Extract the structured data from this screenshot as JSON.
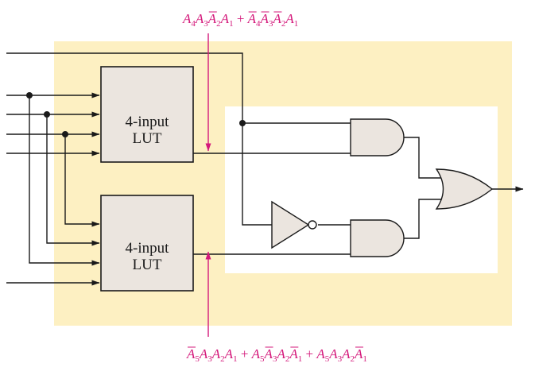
{
  "colors": {
    "outer_panel": "#fdf0c2",
    "inner_panel": "#ffffff",
    "block_fill": "#ebe5df",
    "wire": "#1a1a1a",
    "expression": "#d4197b"
  },
  "top_expression": {
    "term1": [
      {
        "v": "A",
        "s": "4",
        "bar": false
      },
      {
        "v": "A",
        "s": "3",
        "bar": false
      },
      {
        "v": "A",
        "s": "2",
        "bar": true
      },
      {
        "v": "A",
        "s": "1",
        "bar": false
      }
    ],
    "plus": "+",
    "term2": [
      {
        "v": "A",
        "s": "4",
        "bar": true
      },
      {
        "v": "A",
        "s": "3",
        "bar": true
      },
      {
        "v": "A",
        "s": "2",
        "bar": true
      },
      {
        "v": "A",
        "s": "1",
        "bar": false
      }
    ]
  },
  "bottom_expression": {
    "term1": [
      {
        "v": "A",
        "s": "5",
        "bar": true
      },
      {
        "v": "A",
        "s": "3",
        "bar": false
      },
      {
        "v": "A",
        "s": "2",
        "bar": false
      },
      {
        "v": "A",
        "s": "1",
        "bar": false
      }
    ],
    "plus": "+",
    "term2": [
      {
        "v": "A",
        "s": "5",
        "bar": false
      },
      {
        "v": "A",
        "s": "3",
        "bar": true
      },
      {
        "v": "A",
        "s": "2",
        "bar": false
      },
      {
        "v": "A",
        "s": "1",
        "bar": true
      }
    ],
    "term3": [
      {
        "v": "A",
        "s": "5",
        "bar": false
      },
      {
        "v": "A",
        "s": "3",
        "bar": false
      },
      {
        "v": "A",
        "s": "2",
        "bar": false
      },
      {
        "v": "A",
        "s": "1",
        "bar": true
      }
    ]
  },
  "lut_top": {
    "line1": "4-input",
    "line2": "LUT"
  },
  "lut_bottom": {
    "line1": "4-input",
    "line2": "LUT"
  }
}
